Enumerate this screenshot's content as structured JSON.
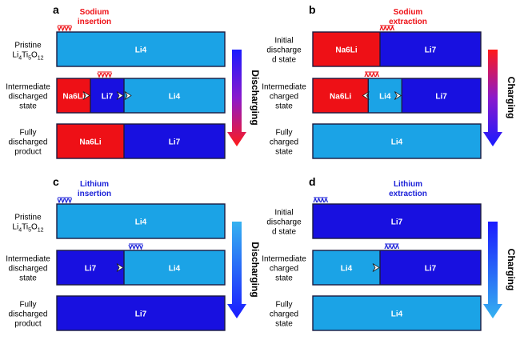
{
  "colors": {
    "li4": "#1ba3e6",
    "li7": "#1810e0",
    "na6li": "#ee1016",
    "sodium_label": "#ee1016",
    "lithium_label": "#1c22d8",
    "outline": "#1a1a40"
  },
  "panels": [
    {
      "letter": "a",
      "process": [
        "Sodium",
        "insertion"
      ],
      "process_color": "#ee1016",
      "arrow_label": "Discharging",
      "rows": [
        {
          "label": [
            "Pristine",
            "Li4Ti5O12"
          ],
          "segments": [
            {
              "text": "Li4",
              "phase": "li4",
              "frac": 1.0
            }
          ]
        },
        {
          "label": [
            "Intermediate",
            "discharged",
            "state"
          ],
          "segments": [
            {
              "text": "Na6Li",
              "phase": "na6li",
              "frac": 0.2
            },
            {
              "text": "Li7",
              "phase": "li7",
              "frac": 0.2
            },
            {
              "text": "Li4",
              "phase": "li4",
              "frac": 0.6
            }
          ]
        },
        {
          "label": [
            "Fully",
            "discharged",
            "product"
          ],
          "segments": [
            {
              "text": "Na6Li",
              "phase": "na6li",
              "frac": 0.4
            },
            {
              "text": "Li7",
              "phase": "li7",
              "frac": 0.6
            }
          ]
        }
      ]
    },
    {
      "letter": "b",
      "process": [
        "Sodium",
        "extraction"
      ],
      "process_color": "#ee1016",
      "arrow_label": "Charging",
      "rows": [
        {
          "label": [
            "Initial",
            "discharge",
            "d state"
          ],
          "segments": [
            {
              "text": "Na6Li",
              "phase": "na6li",
              "frac": 0.4
            },
            {
              "text": "Li7",
              "phase": "li7",
              "frac": 0.6
            }
          ]
        },
        {
          "label": [
            "Intermediate",
            "charged",
            "state"
          ],
          "segments": [
            {
              "text": "Na6Li",
              "phase": "na6li",
              "frac": 0.33
            },
            {
              "text": "Li4",
              "phase": "li4",
              "frac": 0.2
            },
            {
              "text": "Li7",
              "phase": "li7",
              "frac": 0.47
            }
          ]
        },
        {
          "label": [
            "Fully",
            "charged",
            "state"
          ],
          "segments": [
            {
              "text": "Li4",
              "phase": "li4",
              "frac": 1.0
            }
          ]
        }
      ]
    },
    {
      "letter": "c",
      "process": [
        "Lithium",
        "insertion"
      ],
      "process_color": "#1c22d8",
      "arrow_label": "Discharging",
      "rows": [
        {
          "label": [
            "Pristine",
            "Li4Ti5O12"
          ],
          "segments": [
            {
              "text": "Li4",
              "phase": "li4",
              "frac": 1.0
            }
          ]
        },
        {
          "label": [
            "Intermediate",
            "discharged",
            "state"
          ],
          "segments": [
            {
              "text": "Li7",
              "phase": "li7",
              "frac": 0.4
            },
            {
              "text": "Li4",
              "phase": "li4",
              "frac": 0.6
            }
          ]
        },
        {
          "label": [
            "Fully",
            "discharged",
            "product"
          ],
          "segments": [
            {
              "text": "Li7",
              "phase": "li7",
              "frac": 1.0
            }
          ]
        }
      ]
    },
    {
      "letter": "d",
      "process": [
        "Lithium",
        "extraction"
      ],
      "process_color": "#1c22d8",
      "arrow_label": "Charging",
      "rows": [
        {
          "label": [
            "Initial",
            "discharge",
            "d state"
          ],
          "segments": [
            {
              "text": "Li7",
              "phase": "li7",
              "frac": 1.0
            }
          ]
        },
        {
          "label": [
            "Intermediate",
            "charged",
            "state"
          ],
          "segments": [
            {
              "text": "Li4",
              "phase": "li4",
              "frac": 0.4
            },
            {
              "text": "Li7",
              "phase": "li7",
              "frac": 0.6
            }
          ]
        },
        {
          "label": [
            "Fully",
            "charged",
            "state"
          ],
          "segments": [
            {
              "text": "Li4",
              "phase": "li4",
              "frac": 1.0
            }
          ]
        }
      ]
    }
  ]
}
